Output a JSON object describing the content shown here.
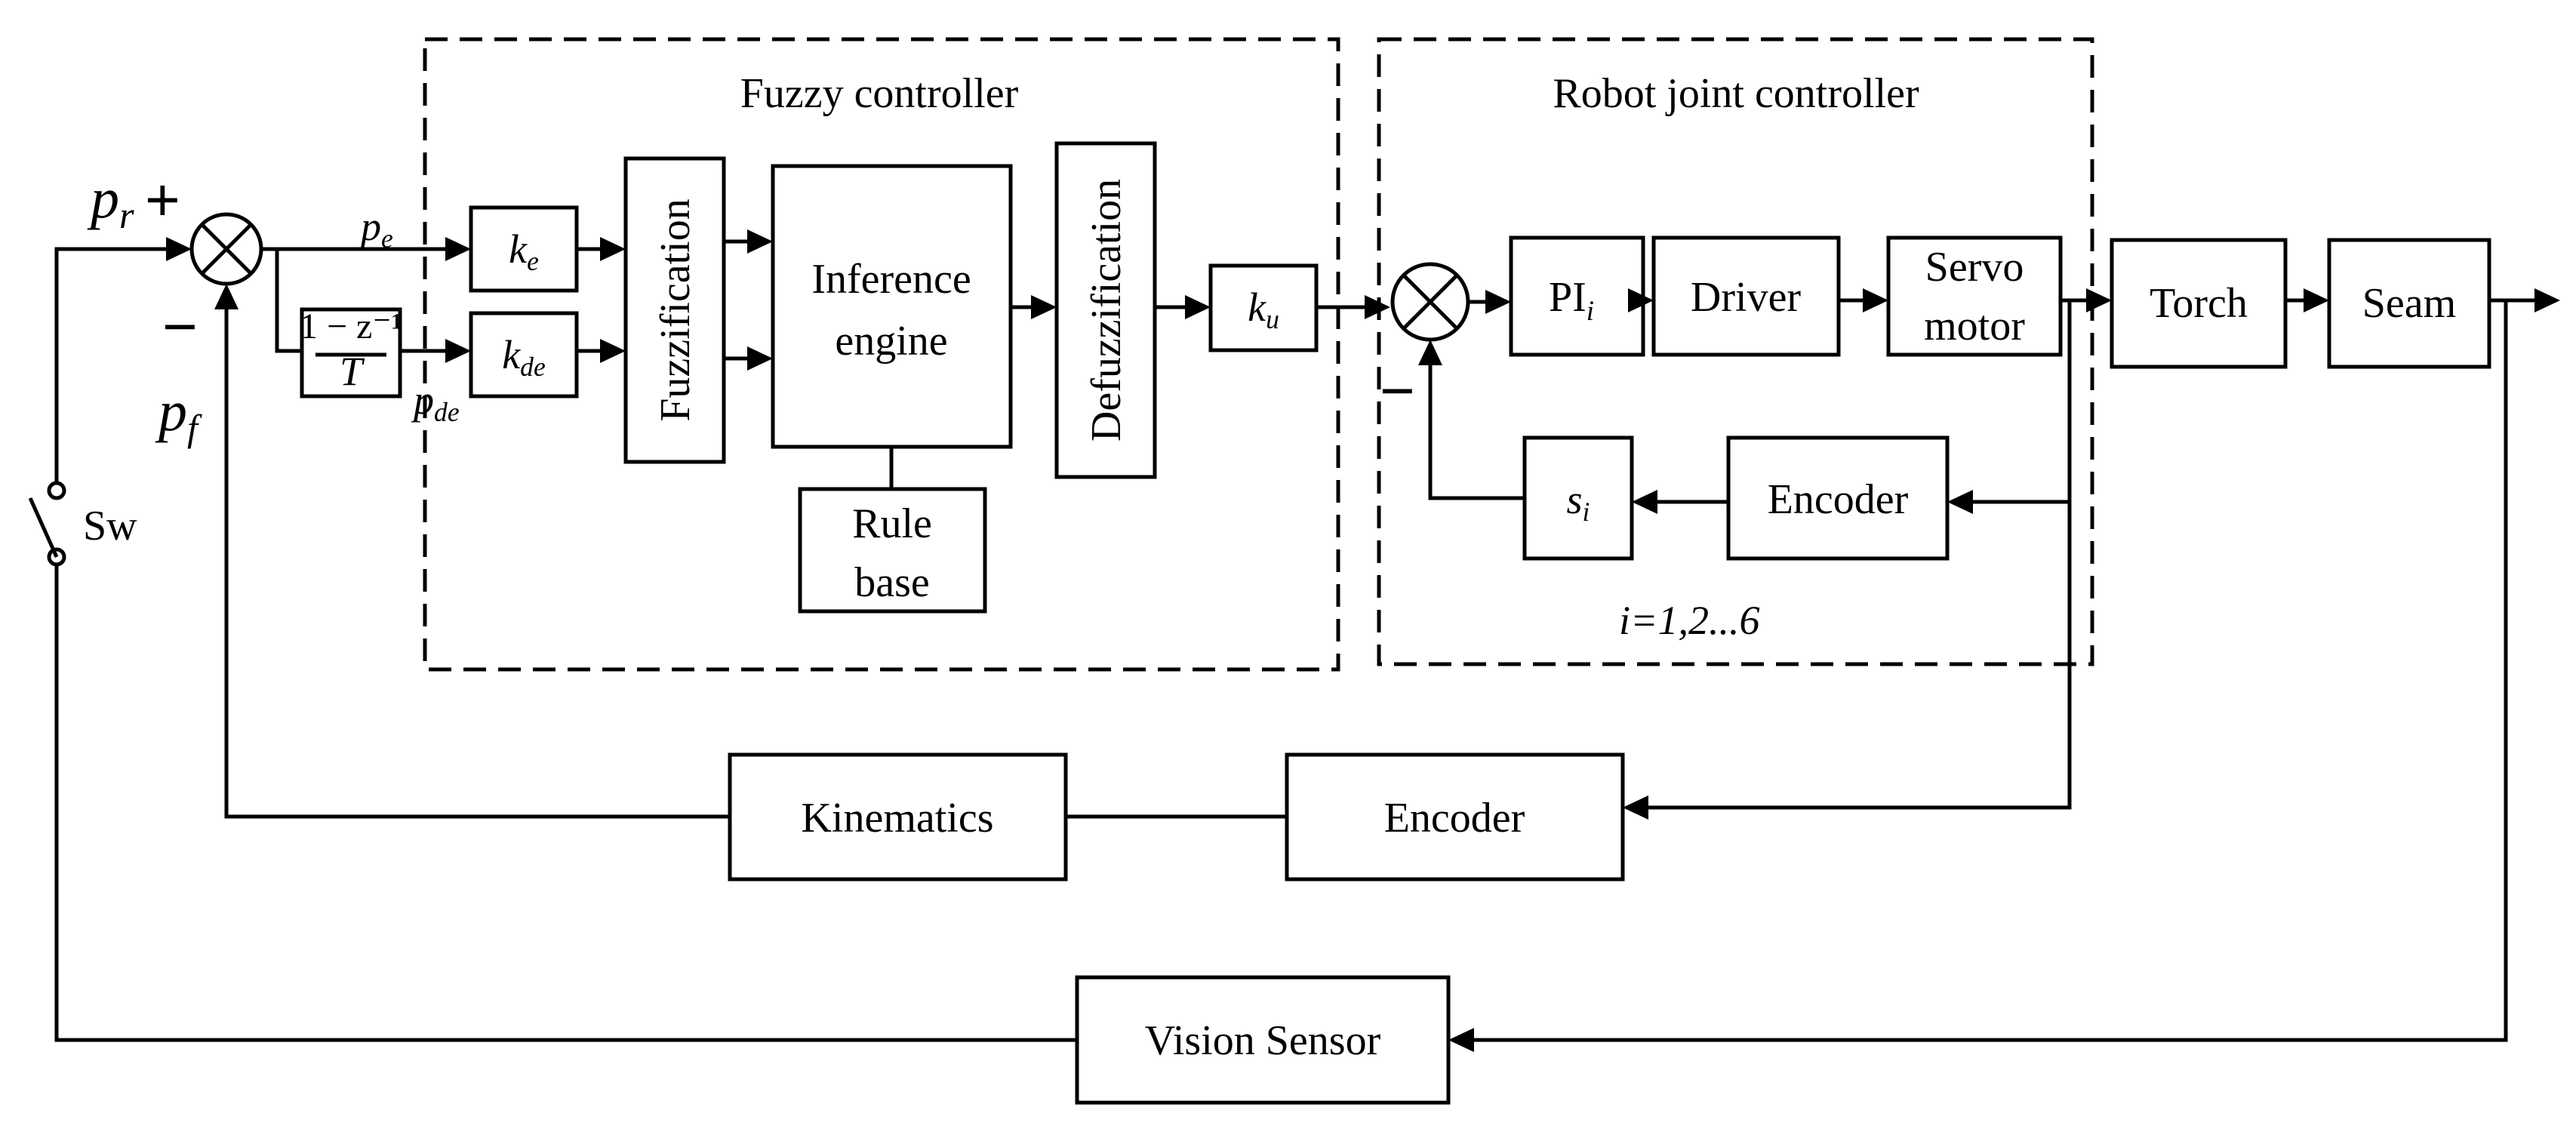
{
  "groups": {
    "fuzzy_controller": "Fuzzy controller",
    "robot_joint_controller": "Robot joint controller"
  },
  "blocks": {
    "ke": {
      "main": "k",
      "sub": "e"
    },
    "kde": {
      "main": "k",
      "sub": "de"
    },
    "ku": {
      "main": "k",
      "sub": "u"
    },
    "derivative_numerator": "1 − z⁻¹",
    "derivative_denominator": "T",
    "fuzzification": "Fuzzification",
    "inference_line1": "Inference",
    "inference_line2": "engine",
    "rule_base_line1": "Rule",
    "rule_base_line2": "base",
    "defuzzification": "Defuzzification",
    "pi": {
      "main": "PI",
      "sub": "i"
    },
    "driver": "Driver",
    "servo_motor_line1": "Servo",
    "servo_motor_line2": "motor",
    "joint_encoder": "Encoder",
    "si": {
      "main": "s",
      "sub": "i"
    },
    "joint_index": "i=1,2...6",
    "torch": "Torch",
    "seam": "Seam",
    "kinematics": "Kinematics",
    "encoder": "Encoder",
    "vision_sensor": "Vision Sensor"
  },
  "signals": {
    "pr": {
      "main": "p",
      "sub": "r"
    },
    "pf": {
      "main": "p",
      "sub": "f"
    },
    "pe": {
      "main": "p",
      "sub": "e"
    },
    "pde": {
      "main": "p",
      "sub": "de"
    },
    "plus": "+",
    "minus": "−",
    "minus_inner": "−"
  },
  "switch_label": "Sw"
}
